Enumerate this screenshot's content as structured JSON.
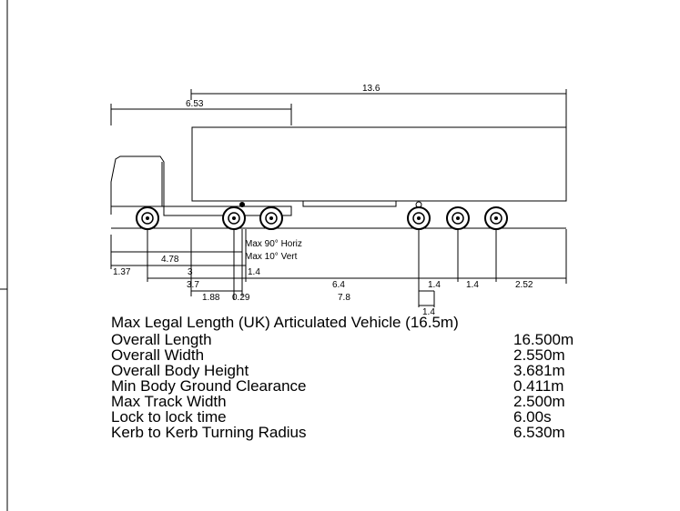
{
  "diagram": {
    "dimensions": {
      "trailer_length": "13.6",
      "front_to_kingpin": "6.53",
      "cab_to_fifth_wheel": "4.78",
      "front_overhang": "1.37",
      "rear_axle_spacing_label": "3",
      "tractor_wheelbase": "3.7",
      "tandem_spread_a": "1.4",
      "kingpin_offset": "1.88",
      "small_offset": "0.29",
      "kingpin_to_axles": "6.4",
      "kingpin_to_center": "7.8",
      "trailer_axle_spacing_1": "1.4",
      "trailer_axle_spacing_2": "1.4",
      "rear_overhang": "2.52",
      "trailer_axle_spacing_3": "1.4"
    },
    "articulation": {
      "horizontal": "Max 90° Horiz",
      "vertical": "Max 10° Vert"
    }
  },
  "specs": {
    "title": "Max Legal Length (UK) Articulated Vehicle (16.5m)",
    "rows": [
      {
        "label": "Overall Length",
        "value": "16.500m"
      },
      {
        "label": "Overall Width",
        "value": "2.550m"
      },
      {
        "label": "Overall Body Height",
        "value": "3.681m"
      },
      {
        "label": "Min Body Ground Clearance",
        "value": "0.411m"
      },
      {
        "label": "Max Track Width",
        "value": "2.500m"
      },
      {
        "label": "Lock to lock time",
        "value": "6.00s"
      },
      {
        "label": "Kerb to Kerb Turning Radius",
        "value": "6.530m"
      }
    ]
  }
}
